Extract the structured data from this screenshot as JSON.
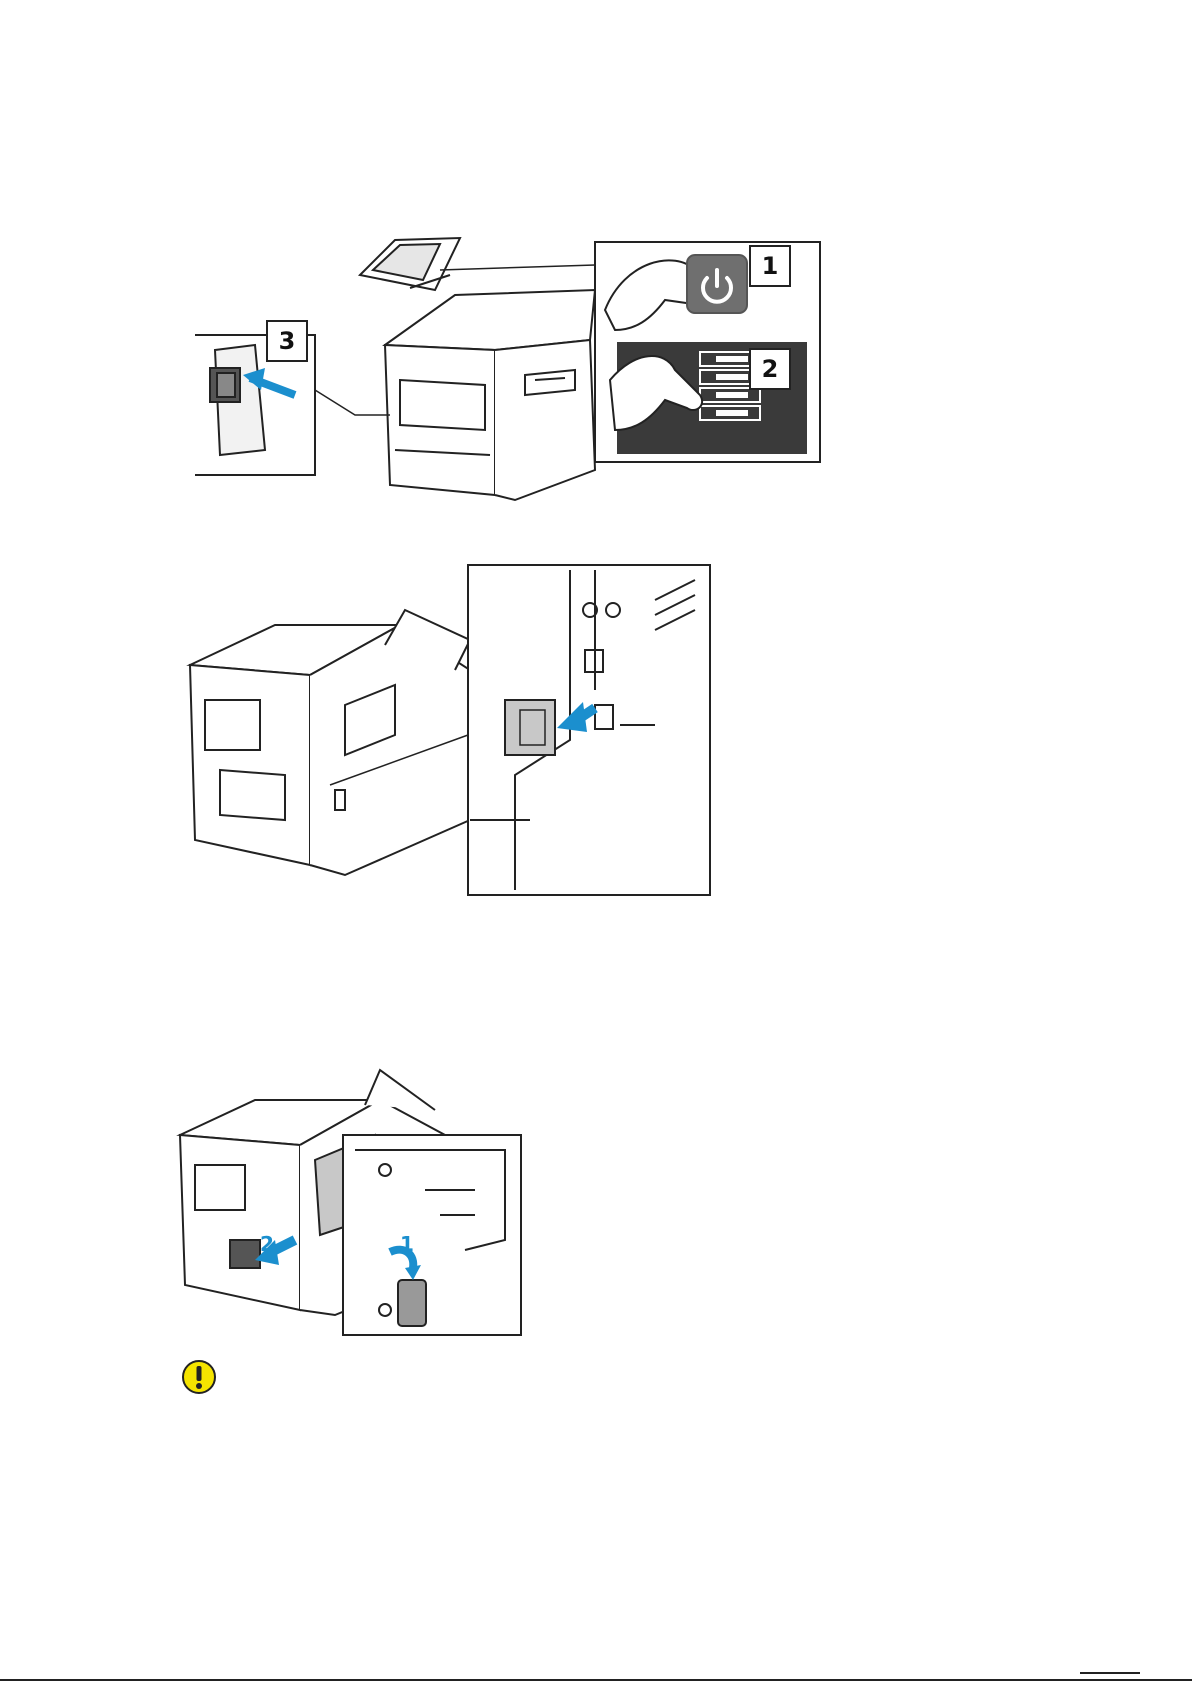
{
  "figure1": {
    "callouts": [
      {
        "id": "c1",
        "label": "1"
      },
      {
        "id": "c2",
        "label": "2"
      },
      {
        "id": "c3",
        "label": "3"
      }
    ]
  },
  "figure3": {
    "steps": [
      {
        "id": "s1",
        "label": "1"
      },
      {
        "id": "s2",
        "label": "2"
      }
    ]
  },
  "colors": {
    "accent_blue": "#1b8fce",
    "panel_dark": "#3a3a3a",
    "button_gray": "#6f6f6f",
    "warning_yellow": "#f5e400"
  },
  "icons": [
    "power-icon",
    "warning-icon"
  ]
}
